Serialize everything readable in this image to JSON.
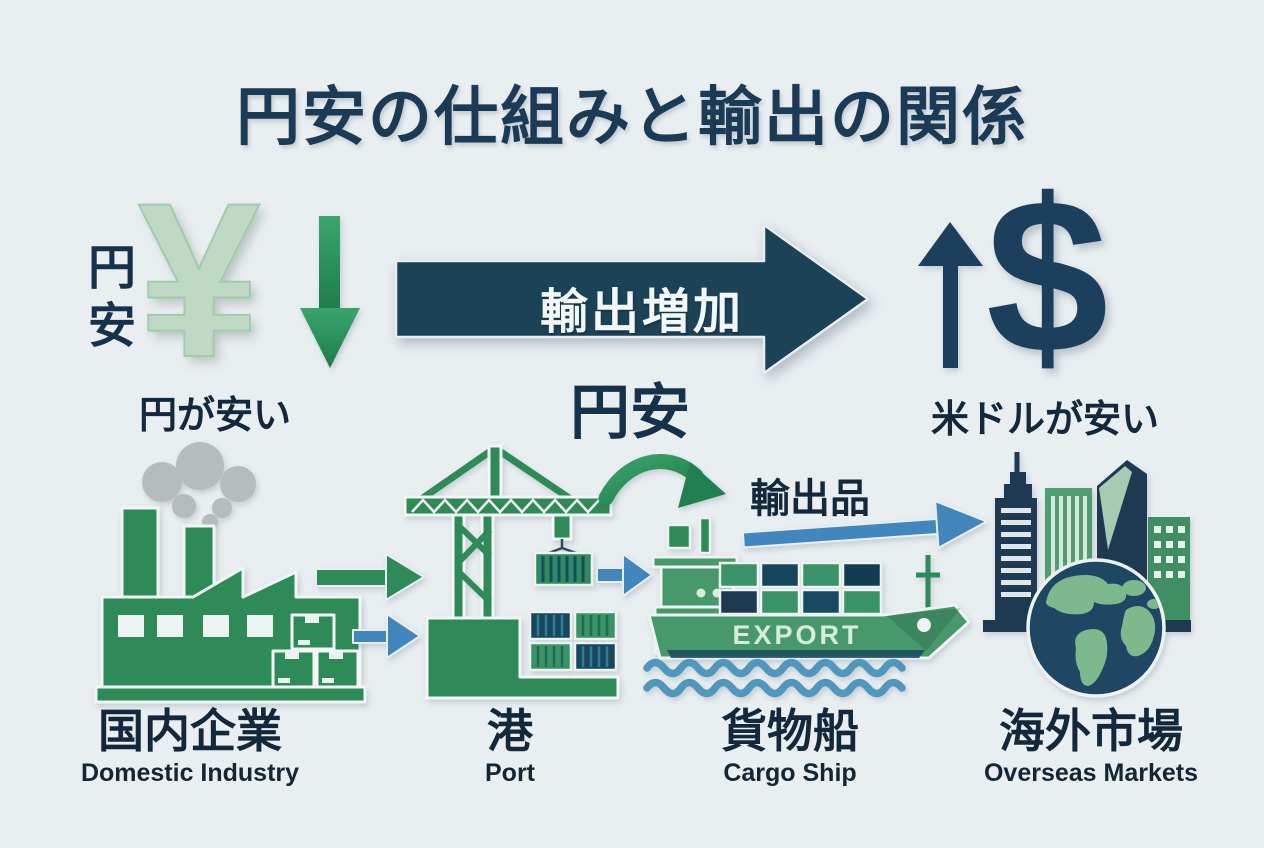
{
  "title": "円安の仕組みと輸出の関係",
  "top": {
    "left": {
      "side_label": "円安",
      "currency_symbol": "¥",
      "caption": "円が安い"
    },
    "center": {
      "arrow_label": "輸出増加",
      "caption": "円安"
    },
    "right": {
      "currency_symbol": "$",
      "caption": "米ドルが安い"
    }
  },
  "flow": {
    "export_goods_label": "輸出品",
    "ship_hull_text": "EXPORT",
    "stations": [
      {
        "label_ja": "国内企業",
        "label_en": "Domestic Industry"
      },
      {
        "label_ja": "港",
        "label_en": "Port"
      },
      {
        "label_ja": "貨物船",
        "label_en": "Cargo Ship"
      },
      {
        "label_ja": "海外市場",
        "label_en": "Overseas Markets"
      }
    ]
  },
  "icons": {
    "yen_down_arrow": "green-down-arrow",
    "export_increase_arrow": "navy-right-arrow",
    "dollar_up_arrow": "navy-up-arrow",
    "factory": "green-factory-with-smoke-and-boxes",
    "port_crane": "green-container-crane-with-containers",
    "cargo_ship": "green-cargo-ship-with-containers-and-waves",
    "overseas_city_globe": "city-skyline-with-globe",
    "factory_to_port_arrows": [
      "green-right-arrow",
      "blue-right-arrow"
    ],
    "port_to_ship_arrow": "blue-right-arrow",
    "crane_to_ship_arrow": "curved-green-arrow",
    "export_goods_arrow": "long-blue-right-arrow"
  },
  "colors": {
    "background": "#e9eef1",
    "title_navy": "#1b3a55",
    "arrow_navy": "#1c4258",
    "icon_navy": "#1d3a52",
    "green": "#2e8b58",
    "ship_green": "#47996b",
    "yen_light_green": "#bed9c4",
    "blue_arrow": "#4187be",
    "wave_blue": "#4f97bd",
    "smoke_gray": "#b6bbbe"
  }
}
